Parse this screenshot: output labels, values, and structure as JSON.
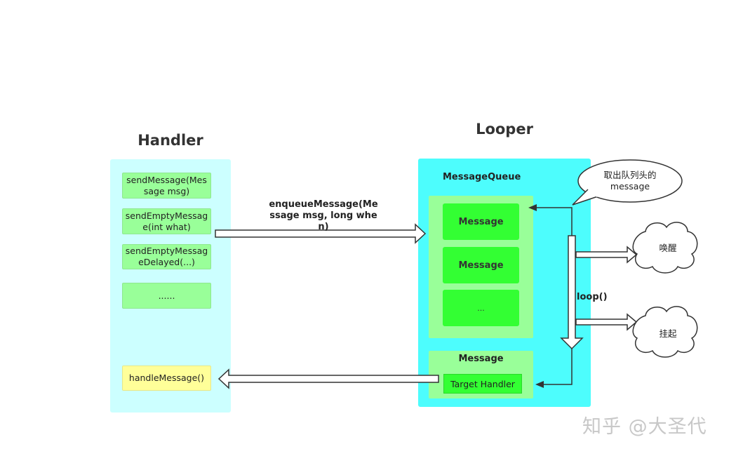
{
  "handler": {
    "title": "Handler",
    "items": [
      {
        "label": "sendMessage(Message msg)"
      },
      {
        "label": "sendEmptyMessage(int what)"
      },
      {
        "label": "sendEmptyMessageDelayed(...)"
      },
      {
        "label": "......"
      }
    ],
    "handle_message": "handleMessage()"
  },
  "looper": {
    "title": "Looper",
    "queue_label": "MessageQueue",
    "queue_messages": [
      "Message",
      "Message",
      "..."
    ],
    "dispatched_message": "Message",
    "target_handler": "Target Handler",
    "loop_label": "loop()"
  },
  "arrows": {
    "enqueue_label": "enqueueMessage(Message msg, long when)"
  },
  "callouts": {
    "take_head": "取出队列头的message",
    "wake": "唤醒",
    "suspend": "挂起"
  },
  "watermark": "知乎 @大圣代"
}
